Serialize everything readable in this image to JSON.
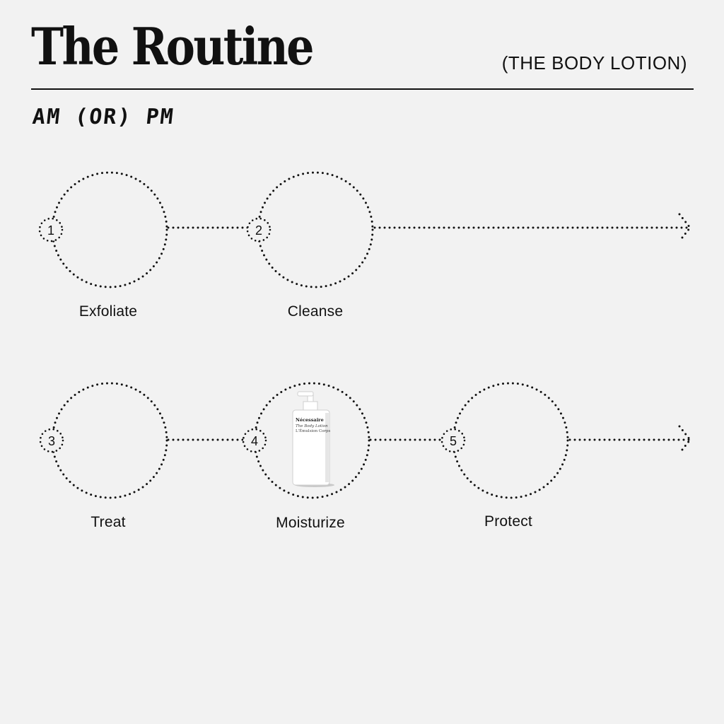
{
  "header": {
    "title": "The Routine",
    "subtitle": "(THE BODY LOTION)",
    "time_of_day": "AM (OR) PM"
  },
  "steps": [
    {
      "number": "1",
      "label": "Exfoliate"
    },
    {
      "number": "2",
      "label": "Cleanse"
    },
    {
      "number": "3",
      "label": "Treat"
    },
    {
      "number": "4",
      "label": "Moisturize"
    },
    {
      "number": "5",
      "label": "Protect"
    }
  ],
  "product": {
    "brand": "Nécessaire",
    "name": "The Body Lotion",
    "name_fr": "L'Émulsion Corps",
    "icon": "lotion-bottle-icon"
  },
  "colors": {
    "background": "#f2f2f2",
    "ink": "#111111"
  }
}
